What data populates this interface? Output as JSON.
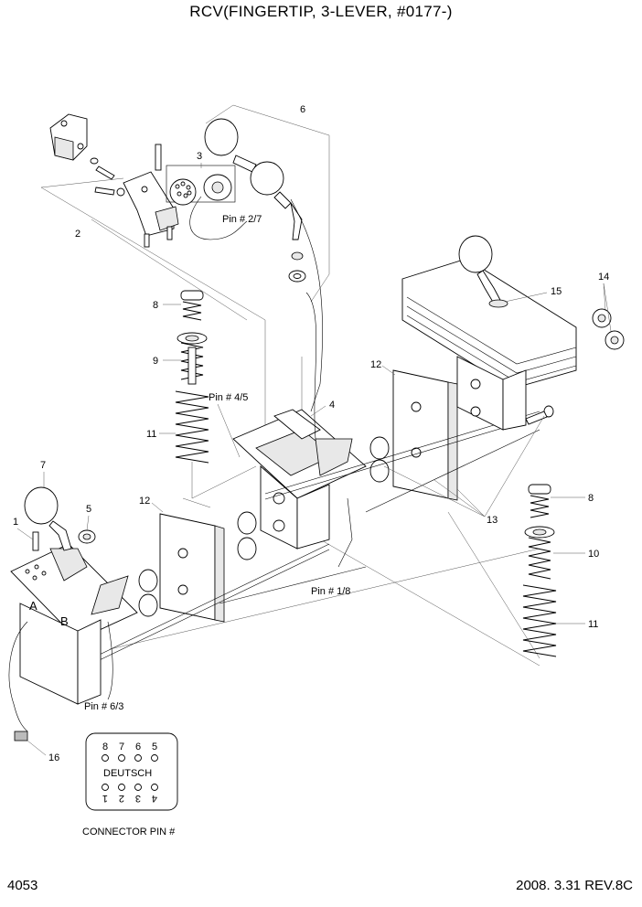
{
  "title": "RCV(FINGERTIP, 3-LEVER, #0177-)",
  "page_number": "4053",
  "date_revision": "2008. 3.31  REV.8C",
  "part_callouts": {
    "p1": "1",
    "p2": "2",
    "p3": "3",
    "p4": "4",
    "p5": "5",
    "p6": "6",
    "p7": "7",
    "p8a": "8",
    "p8b": "8",
    "p9": "9",
    "p10": "10",
    "p11a": "11",
    "p11b": "11",
    "p12a": "12",
    "p12b": "12",
    "p13": "13",
    "p14": "14",
    "p15": "15",
    "p16": "16"
  },
  "pin_labels": {
    "pin27": "Pin # 2/7",
    "pin45": "Pin # 4/5",
    "pin18": "Pin # 1/8",
    "pin63": "Pin # 6/3"
  },
  "block_letters": {
    "a": "A",
    "b": "B"
  },
  "connector": {
    "caption": "CONNECTOR PIN #",
    "name": "DEUTSCH",
    "top_pins": [
      "8",
      "7",
      "6",
      "5"
    ],
    "bottom_pins": [
      "1",
      "2",
      "3",
      "4"
    ]
  }
}
